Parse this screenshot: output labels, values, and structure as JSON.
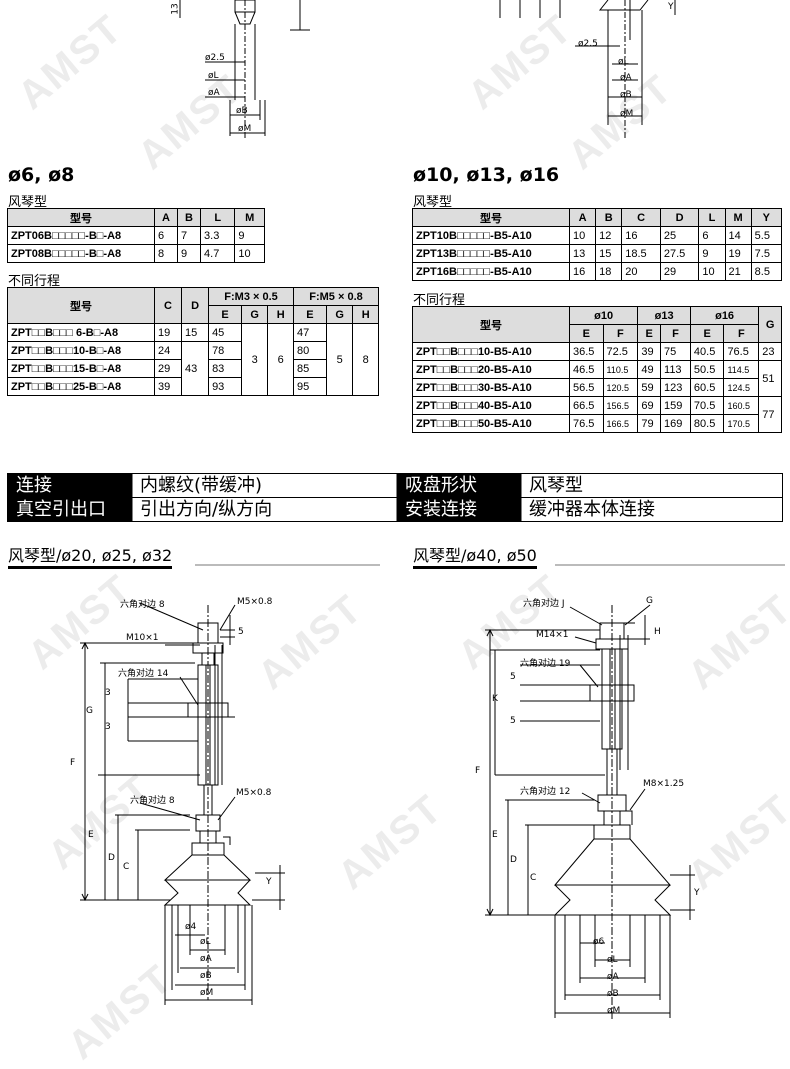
{
  "watermark": "AMST",
  "top_left_dims": {
    "d25": "ø2.5",
    "dL": "øL",
    "dA": "øA",
    "dB": "øB",
    "dM": "øM",
    "n13": "13"
  },
  "top_right_dims": {
    "d25": "ø2.5",
    "dL": "øL",
    "dA": "øA",
    "dB": "øB",
    "dM": "øM",
    "Y": "Y"
  },
  "left_block": {
    "title": "ø6, ø8",
    "type_label": "风琴型",
    "table1": {
      "headers": [
        "型号",
        "A",
        "B",
        "L",
        "M"
      ],
      "rows": [
        [
          "ZPT06B□□□□□-B□-A8",
          "6",
          "7",
          "3.3",
          "9"
        ],
        [
          "ZPT08B□□□□□-B□-A8",
          "8",
          "9",
          "4.7",
          "10"
        ]
      ]
    },
    "stroke_label": "不同行程",
    "table2": {
      "h_model": "型号",
      "h_C": "C",
      "h_D": "D",
      "h_F1": "F:M3 × 0.5",
      "h_F2": "F:M5 × 0.8",
      "sub": [
        "E",
        "G",
        "H",
        "E",
        "G",
        "H"
      ],
      "rows": [
        [
          "ZPT□□B□□□ 6-B□-A8",
          "19",
          "15",
          "45",
          "47"
        ],
        [
          "ZPT□□B□□□10-B□-A8",
          "24",
          "",
          "78",
          "80"
        ],
        [
          "ZPT□□B□□□15-B□-A8",
          "29",
          "43",
          "83",
          "85"
        ],
        [
          "ZPT□□B□□□25-B□-A8",
          "39",
          "",
          "93",
          "95"
        ]
      ],
      "G1": "3",
      "H1": "6",
      "G2": "5",
      "H2": "8"
    }
  },
  "right_block": {
    "title": "ø10, ø13, ø16",
    "type_label": "风琴型",
    "table1": {
      "headers": [
        "型号",
        "A",
        "B",
        "C",
        "D",
        "L",
        "M",
        "Y"
      ],
      "rows": [
        [
          "ZPT10B□□□□□-B5-A10",
          "10",
          "12",
          "16",
          "25",
          "6",
          "14",
          "5.5"
        ],
        [
          "ZPT13B□□□□□-B5-A10",
          "13",
          "15",
          "18.5",
          "27.5",
          "9",
          "19",
          "7.5"
        ],
        [
          "ZPT16B□□□□□-B5-A10",
          "16",
          "18",
          "20",
          "29",
          "10",
          "21",
          "8.5"
        ]
      ]
    },
    "stroke_label": "不同行程",
    "table2": {
      "h_model": "型号",
      "h10": "ø10",
      "h13": "ø13",
      "h16": "ø16",
      "hG": "G",
      "sub": [
        "E",
        "F",
        "E",
        "F",
        "E",
        "F"
      ],
      "rows": [
        [
          "ZPT□□B□□□10-B5-A10",
          "36.5",
          "72.5",
          "39",
          "75",
          "40.5",
          "76.5"
        ],
        [
          "ZPT□□B□□□20-B5-A10",
          "46.5",
          "110.5",
          "49",
          "113",
          "50.5",
          "114.5"
        ],
        [
          "ZPT□□B□□□30-B5-A10",
          "56.5",
          "120.5",
          "59",
          "123",
          "60.5",
          "124.5"
        ],
        [
          "ZPT□□B□□□40-B5-A10",
          "66.5",
          "156.5",
          "69",
          "159",
          "70.5",
          "160.5"
        ],
        [
          "ZPT□□B□□□50-B5-A10",
          "76.5",
          "166.5",
          "79",
          "169",
          "80.5",
          "170.5"
        ]
      ],
      "G": [
        "23",
        "51",
        "77"
      ]
    }
  },
  "info_bar": {
    "r1": [
      "连接",
      "内螺纹(带缓冲)",
      "吸盘形状",
      "风琴型"
    ],
    "r2": [
      "真空引出口",
      "引出方向/纵方向",
      "安装连接",
      "缓冲器本体连接"
    ]
  },
  "bottom_left": {
    "heading": "风琴型/ø20, ø25, ø32",
    "labels": {
      "hex8": "六角对边 8",
      "m5": "M5×0.8",
      "m10": "M10×1",
      "hex14": "六角对边 14",
      "hex8b": "六角对边 8",
      "m5b": "M5×0.8",
      "n3a": "3",
      "n3b": "3",
      "n5": "5",
      "G": "G",
      "F": "F",
      "E": "E",
      "D": "D",
      "C": "C",
      "Y": "Y",
      "d4": "ø4",
      "dL": "øL",
      "dA": "øA",
      "dB": "øB",
      "dM": "øM"
    }
  },
  "bottom_right": {
    "heading": "风琴型/ø40, ø50",
    "labels": {
      "hexJ": "六角对边 J",
      "G": "G",
      "H": "H",
      "m14": "M14×1",
      "hex19": "六角对边 19",
      "n5a": "5",
      "n5b": "5",
      "K": "K",
      "F": "F",
      "m8": "M8×1.25",
      "hex12": "六角对边 12",
      "E": "E",
      "D": "D",
      "C": "C",
      "Y": "Y",
      "d6": "ø6",
      "dL": "øL",
      "dA": "øA",
      "dB": "øB",
      "dM": "øM"
    }
  }
}
